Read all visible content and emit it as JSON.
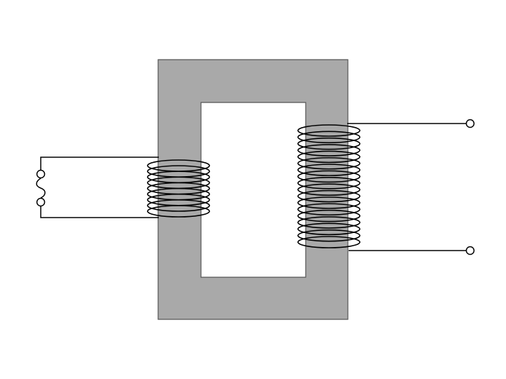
{
  "diagram": {
    "kind": "transformer",
    "background": "#ffffff",
    "core": {
      "fill": "#a9a9a9",
      "stroke": "#555555"
    },
    "wire_color": "#000000",
    "primary_winding": {
      "turns": 9,
      "source_symbol": "ac-source-icon"
    },
    "secondary_winding": {
      "turns": 18,
      "terminals": 2
    }
  }
}
